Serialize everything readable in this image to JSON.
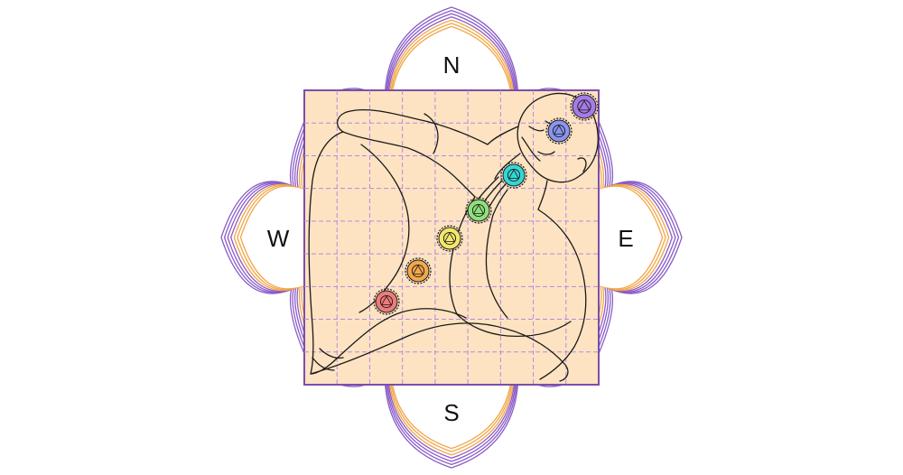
{
  "directions": {
    "north": "N",
    "south": "S",
    "east": "E",
    "west": "W"
  },
  "colors": {
    "square_fill": "#fde3c2",
    "square_border": "#7b4fa8",
    "grid_line": "#b48be0",
    "lotus_purple": "#8a5cc8",
    "lotus_orange": "#f2a546",
    "figure_line": "#1a1a1a"
  },
  "chakras": [
    {
      "name": "crown",
      "icon": "crown-chakra-icon",
      "color": "#a77be6"
    },
    {
      "name": "third-eye",
      "icon": "third-eye-chakra-icon",
      "color": "#8a94f0"
    },
    {
      "name": "throat",
      "icon": "throat-chakra-icon",
      "color": "#34d6d6"
    },
    {
      "name": "heart",
      "icon": "heart-chakra-icon",
      "color": "#8fe07a"
    },
    {
      "name": "solar-plexus",
      "icon": "solar-plexus-chakra-icon",
      "color": "#f3e66a"
    },
    {
      "name": "sacral",
      "icon": "sacral-chakra-icon",
      "color": "#f4a84c"
    },
    {
      "name": "root",
      "icon": "root-chakra-icon",
      "color": "#f07a7a"
    }
  ]
}
